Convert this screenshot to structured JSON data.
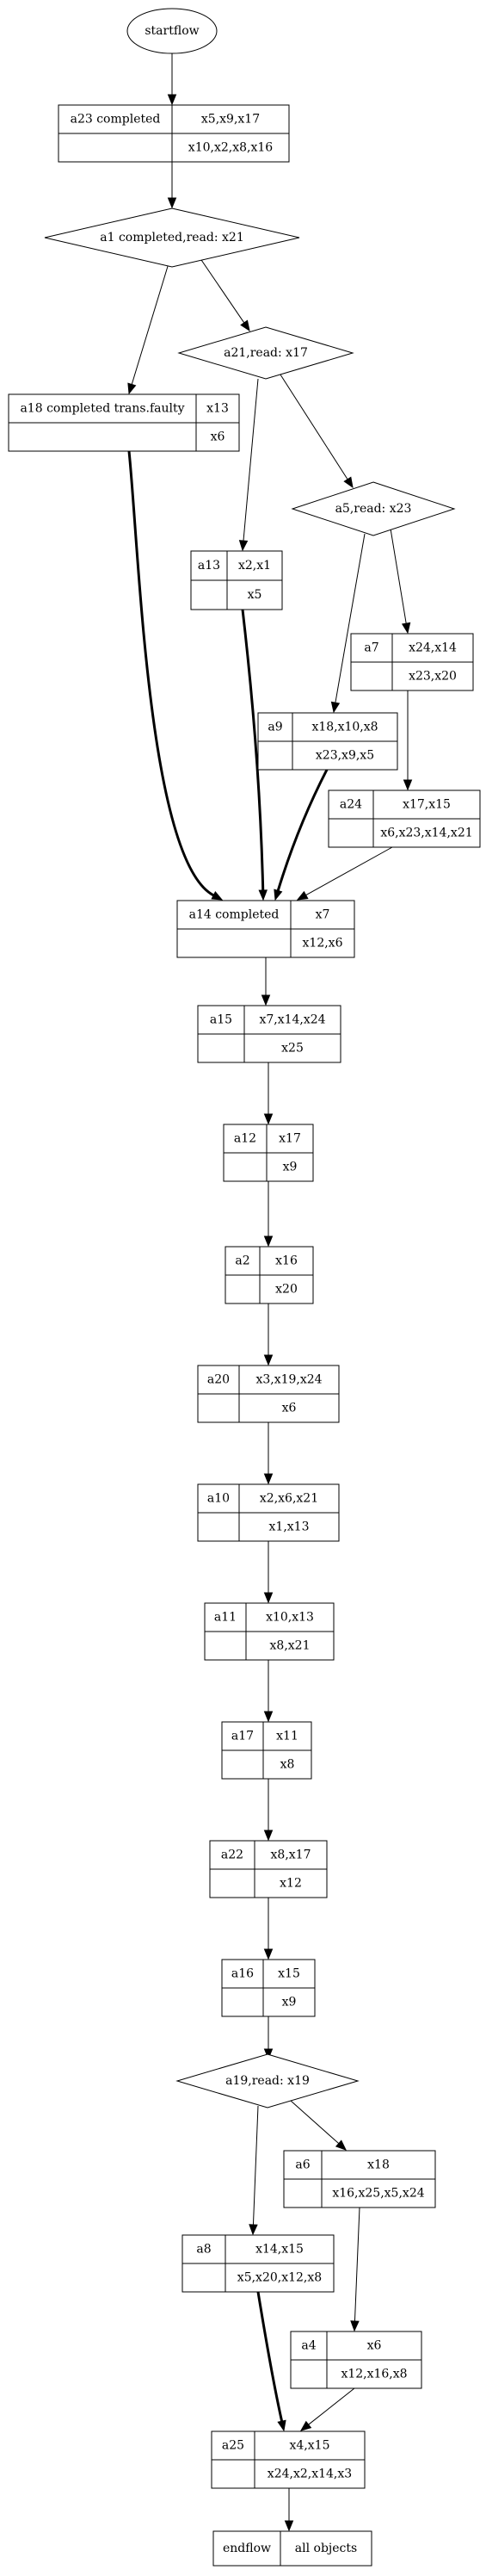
{
  "colors": {
    "stroke": "#000000",
    "background": "#ffffff"
  },
  "nodes": [
    {
      "id": "start",
      "kind": "ellipse",
      "label": "startflow"
    },
    {
      "id": "a23",
      "kind": "box",
      "name": "a23 completed",
      "top": "x5,x9,x17",
      "bottom": "x10,x2,x8,x16"
    },
    {
      "id": "d_a1",
      "kind": "diamond",
      "label": "a1 completed,read: x21"
    },
    {
      "id": "d_a21",
      "kind": "diamond",
      "label": "a21,read: x17"
    },
    {
      "id": "a18",
      "kind": "box",
      "name": "a18 completed trans.faulty",
      "top": "x13",
      "bottom": "x6"
    },
    {
      "id": "d_a5",
      "kind": "diamond",
      "label": "a5,read: x23"
    },
    {
      "id": "a13",
      "kind": "box",
      "name": "a13",
      "top": "x2,x1",
      "bottom": "x5"
    },
    {
      "id": "a7",
      "kind": "box",
      "name": "a7",
      "top": "x24,x14",
      "bottom": "x23,x20"
    },
    {
      "id": "a9",
      "kind": "box",
      "name": "a9",
      "top": "x18,x10,x8",
      "bottom": "x23,x9,x5"
    },
    {
      "id": "a24",
      "kind": "box",
      "name": "a24",
      "top": "x17,x15",
      "bottom": "x6,x23,x14,x21"
    },
    {
      "id": "a14",
      "kind": "box",
      "name": "a14 completed",
      "top": "x7",
      "bottom": "x12,x6"
    },
    {
      "id": "a15",
      "kind": "box",
      "name": "a15",
      "top": "x7,x14,x24",
      "bottom": "x25"
    },
    {
      "id": "a12",
      "kind": "box",
      "name": "a12",
      "top": "x17",
      "bottom": "x9"
    },
    {
      "id": "a2",
      "kind": "box",
      "name": "a2",
      "top": "x16",
      "bottom": "x20"
    },
    {
      "id": "a20",
      "kind": "box",
      "name": "a20",
      "top": "x3,x19,x24",
      "bottom": "x6"
    },
    {
      "id": "a10",
      "kind": "box",
      "name": "a10",
      "top": "x2,x6,x21",
      "bottom": "x1,x13"
    },
    {
      "id": "a11",
      "kind": "box",
      "name": "a11",
      "top": "x10,x13",
      "bottom": "x8,x21"
    },
    {
      "id": "a17",
      "kind": "box",
      "name": "a17",
      "top": "x11",
      "bottom": "x8"
    },
    {
      "id": "a22",
      "kind": "box",
      "name": "a22",
      "top": "x8,x17",
      "bottom": "x12"
    },
    {
      "id": "a16",
      "kind": "box",
      "name": "a16",
      "top": "x15",
      "bottom": "x9"
    },
    {
      "id": "d_a19",
      "kind": "diamond",
      "label": "a19,read: x19"
    },
    {
      "id": "a6",
      "kind": "box",
      "name": "a6",
      "top": "x18",
      "bottom": "x16,x25,x5,x24"
    },
    {
      "id": "a8",
      "kind": "box",
      "name": "a8",
      "top": "x14,x15",
      "bottom": "x5,x20,x12,x8"
    },
    {
      "id": "a4",
      "kind": "box",
      "name": "a4",
      "top": "x6",
      "bottom": "x12,x16,x8"
    },
    {
      "id": "a25",
      "kind": "box",
      "name": "a25",
      "top": "x4,x15",
      "bottom": "x24,x2,x14,x3"
    },
    {
      "id": "end",
      "kind": "single",
      "name": "endflow",
      "top": "all objects"
    }
  ],
  "edges": [
    {
      "from": "start",
      "to": "a23",
      "bold": false
    },
    {
      "from": "a23",
      "to": "d_a1",
      "bold": false
    },
    {
      "from": "d_a1",
      "to": "a18",
      "bold": false
    },
    {
      "from": "d_a1",
      "to": "d_a21",
      "bold": false
    },
    {
      "from": "d_a21",
      "to": "a13",
      "bold": false
    },
    {
      "from": "d_a21",
      "to": "d_a5",
      "bold": false
    },
    {
      "from": "d_a5",
      "to": "a9",
      "bold": false
    },
    {
      "from": "d_a5",
      "to": "a7",
      "bold": false
    },
    {
      "from": "a7",
      "to": "a24",
      "bold": false
    },
    {
      "from": "a18",
      "to": "a14",
      "bold": true
    },
    {
      "from": "a13",
      "to": "a14",
      "bold": true
    },
    {
      "from": "a9",
      "to": "a14",
      "bold": true
    },
    {
      "from": "a24",
      "to": "a14",
      "bold": false
    },
    {
      "from": "a14",
      "to": "a15",
      "bold": false
    },
    {
      "from": "a15",
      "to": "a12",
      "bold": false
    },
    {
      "from": "a12",
      "to": "a2",
      "bold": false
    },
    {
      "from": "a2",
      "to": "a20",
      "bold": false
    },
    {
      "from": "a20",
      "to": "a10",
      "bold": false
    },
    {
      "from": "a10",
      "to": "a11",
      "bold": false
    },
    {
      "from": "a11",
      "to": "a17",
      "bold": false
    },
    {
      "from": "a17",
      "to": "a22",
      "bold": false
    },
    {
      "from": "a22",
      "to": "a16",
      "bold": false
    },
    {
      "from": "a16",
      "to": "d_a19",
      "bold": false
    },
    {
      "from": "d_a19",
      "to": "a8",
      "bold": false
    },
    {
      "from": "d_a19",
      "to": "a6",
      "bold": false
    },
    {
      "from": "a6",
      "to": "a4",
      "bold": false
    },
    {
      "from": "a8",
      "to": "a25",
      "bold": true
    },
    {
      "from": "a4",
      "to": "a25",
      "bold": false
    },
    {
      "from": "a25",
      "to": "end",
      "bold": false
    }
  ]
}
